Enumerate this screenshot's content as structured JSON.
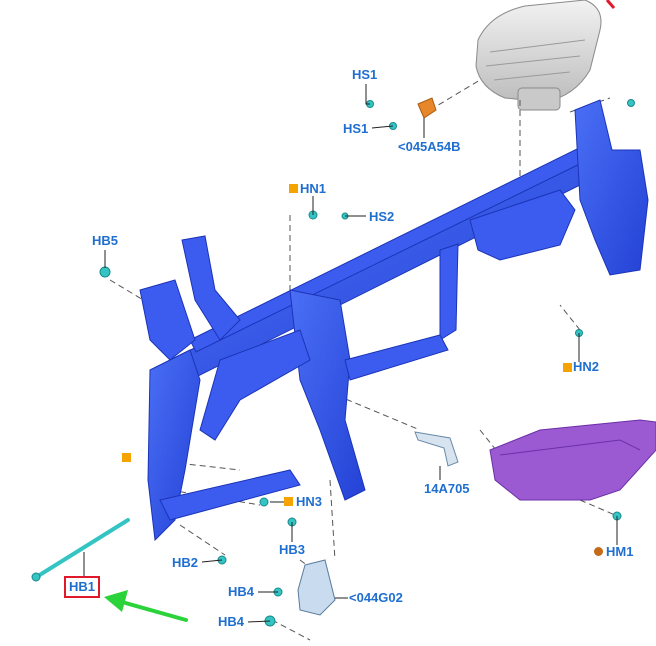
{
  "labels": {
    "hs1_top": "HS1",
    "hs1_bottom": "HS1",
    "part_045a54b": "<045A54B",
    "hn1": "HN1",
    "hs2": "HS2",
    "hb5": "HB5",
    "hn2": "HN2",
    "part_14a705": "14A705",
    "hn3": "HN3",
    "hb3": "HB3",
    "hb2": "HB2",
    "hm1": "HM1",
    "hb1": "HB1",
    "hb4_top": "HB4",
    "hb4_bottom": "HB4",
    "part_044g02": "<044G02"
  },
  "colors": {
    "callout_text": "#1f6fd1",
    "frame_blue": "#2f55e8",
    "frame_shadow": "#1b34b8",
    "tray_purple": "#9b5ad1",
    "airbag_gray": "#d9d9d9",
    "bracket_orange": "#e8872a",
    "marker_square": "#f4a300",
    "marker_circle": "#c46a18",
    "fastener_teal": "#35c4c4",
    "highlight_box": "#e0182c",
    "arrow_green": "#2bd33a"
  },
  "icons": {
    "new_part_marker": "orange-square-icon",
    "reuse_marker": "brown-circle-icon",
    "pointer": "green-arrow-icon"
  }
}
